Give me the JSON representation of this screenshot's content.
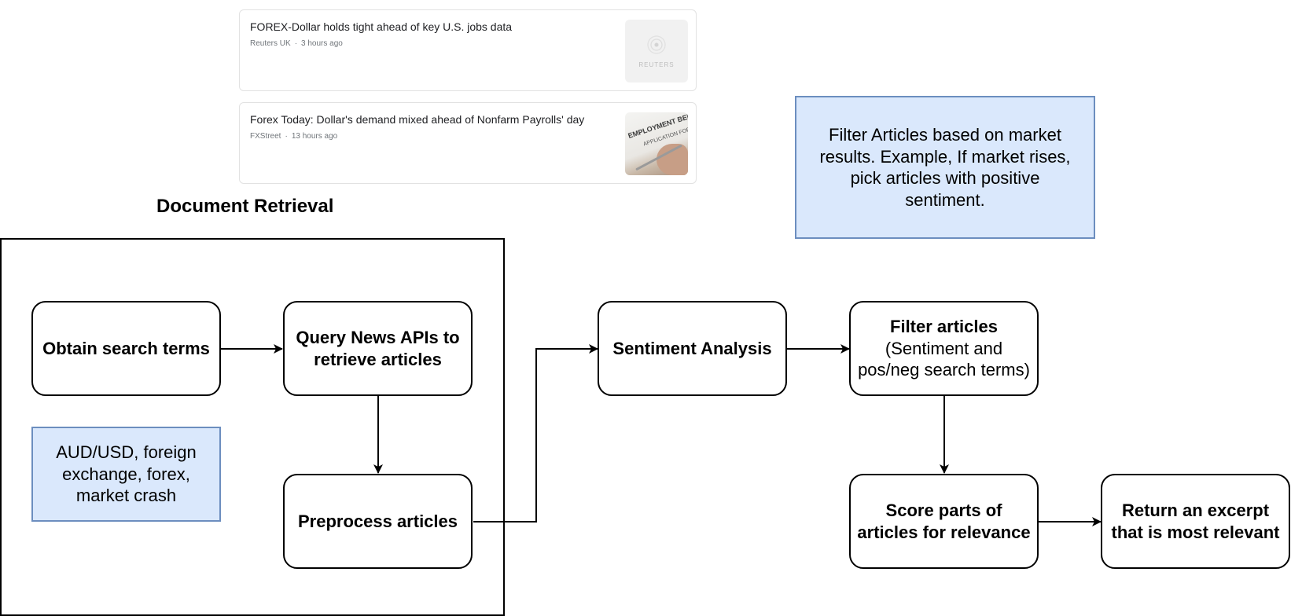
{
  "news_cards": [
    {
      "title": "FOREX-Dollar holds tight ahead of key U.S. jobs data",
      "source": "Reuters UK",
      "age": "3 hours ago",
      "thumb_text": "REUTERS"
    },
    {
      "title": "Forex Today: Dollar's demand mixed ahead of Nonfarm Payrolls' day",
      "source": "FXStreet",
      "age": "13 hours ago",
      "thumb_text": "EMPLOYMENT BEN",
      "thumb_subtext": "APPLICATION FOR"
    }
  ],
  "section": {
    "title": "Document Retrieval"
  },
  "nodes": {
    "obtain": "Obtain search terms",
    "query": "Query News APIs to retrieve articles",
    "preprocess": "Preprocess articles",
    "sentiment": "Sentiment Analysis",
    "filter_head": "Filter articles",
    "filter_body": "(Sentiment and pos/neg search terms)",
    "score": "Score parts of articles for relevance",
    "excerpt": "Return an excerpt that is most relevant"
  },
  "notes": {
    "terms": "AUD/USD, foreign exchange, forex, market crash",
    "filter_info": "Filter Articles based on market results. Example, If market rises, pick articles with positive sentiment."
  },
  "colors": {
    "note_fill": "#dae8fc",
    "note_border": "#6c8ebf",
    "stroke": "#000000"
  }
}
